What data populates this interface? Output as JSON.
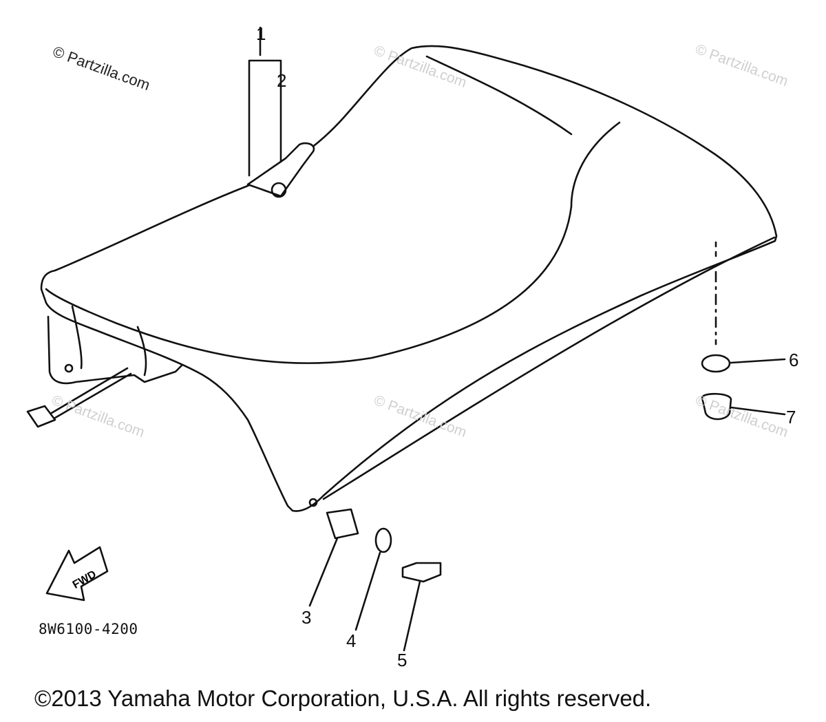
{
  "watermarks": {
    "main": "© Partzilla.com",
    "ghost": "© Partzilla.com"
  },
  "callouts": [
    {
      "id": "1",
      "label": "1"
    },
    {
      "id": "2",
      "label": "2"
    },
    {
      "id": "3",
      "label": "3"
    },
    {
      "id": "4",
      "label": "4"
    },
    {
      "id": "5",
      "label": "5"
    },
    {
      "id": "6",
      "label": "6"
    },
    {
      "id": "7",
      "label": "7"
    }
  ],
  "fwd_arrow_label": "FWD",
  "diagram_code": "8W6100-4200",
  "copyright": "©2013 Yamaha Motor Corporation, U.S.A. All rights reserved."
}
